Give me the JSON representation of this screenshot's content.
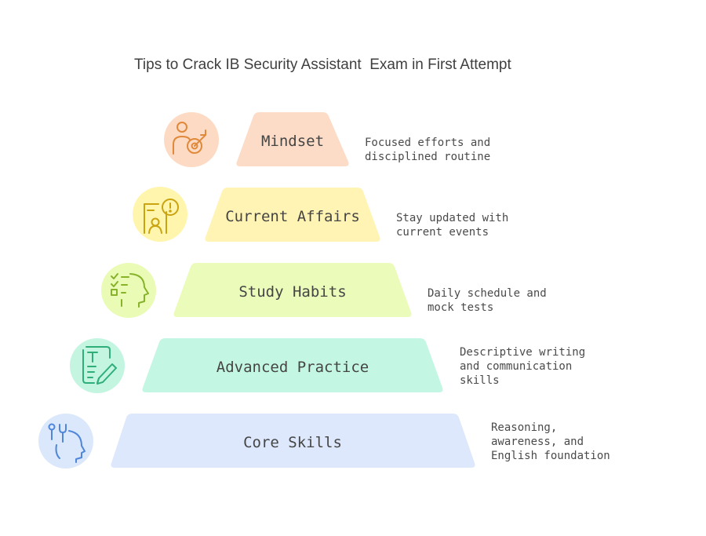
{
  "title": "Tips to Crack IB Security Assistant  Exam in First Attempt",
  "levels": [
    {
      "label": "Mindset",
      "icon": "person-target-icon",
      "fill": "#fcdcc6",
      "icon_bg": "#fddac3",
      "icon_color": "#e0893a",
      "description": [
        "Focused efforts and",
        "disciplined routine"
      ]
    },
    {
      "label": "Current Affairs",
      "icon": "news-alert-icon",
      "fill": "#fff4b3",
      "icon_bg": "#fff5ad",
      "icon_color": "#c9a310",
      "description": [
        "Stay updated with",
        "current events"
      ]
    },
    {
      "label": "Study Habits",
      "icon": "checklist-head-icon",
      "fill": "#ebfbb9",
      "icon_bg": "#eafbb6",
      "icon_color": "#86b32a",
      "description": [
        "Daily schedule and",
        "mock tests"
      ]
    },
    {
      "label": "Advanced Practice",
      "icon": "writing-pencil-icon",
      "fill": "#c4f7e3",
      "icon_bg": "#c3f5e1",
      "icon_color": "#2fae7a",
      "description": [
        "Descriptive writing",
        "and communication",
        "skills"
      ]
    },
    {
      "label": "Core Skills",
      "icon": "head-tools-icon",
      "fill": "#dde8fc",
      "icon_bg": "#dbe7fb",
      "icon_color": "#4f86d9",
      "description": [
        "Reasoning,",
        "awareness, and",
        "English foundation"
      ]
    }
  ]
}
